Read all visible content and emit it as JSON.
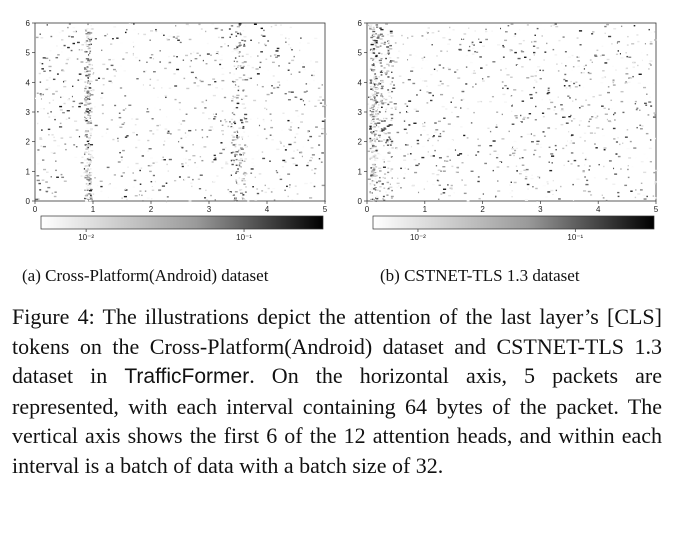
{
  "panels": [
    {
      "id": "a",
      "caption": "(a) Cross-Platform(Android) dataset",
      "x_ticks": [
        "0",
        "1",
        "2",
        "3",
        "4",
        "5"
      ],
      "y_ticks": [
        "0",
        "1",
        "2",
        "3",
        "4",
        "5",
        "6"
      ],
      "colorbar_ticks": [
        "10⁻²",
        "10⁻¹"
      ],
      "hot_columns_packets": [
        0.9,
        3.5
      ]
    },
    {
      "id": "b",
      "caption": "(b) CSTNET-TLS 1.3 dataset",
      "x_ticks": [
        "0",
        "1",
        "2",
        "3",
        "4",
        "5"
      ],
      "y_ticks": [
        "0",
        "1",
        "2",
        "3",
        "4",
        "5",
        "6"
      ],
      "colorbar_ticks": [
        "10⁻²",
        "10⁻¹"
      ],
      "hot_columns_packets": [
        0.1,
        0.3
      ]
    }
  ],
  "figure": {
    "label": "Figure 4:",
    "text_1": "The illustrations depict the attention of the last layer’s [CLS] tokens on the Cross-Platform(Android) dataset and CSTNET-TLS 1.3 dataset in",
    "model_name": "TrafficFormer",
    "text_2": ". On the horizontal axis, 5 packets are represented, with each interval containing 64 bytes of the packet. The vertical axis shows the first 6 of the 12 attention heads, and within each interval is a batch of data with a batch size of 32."
  }
}
